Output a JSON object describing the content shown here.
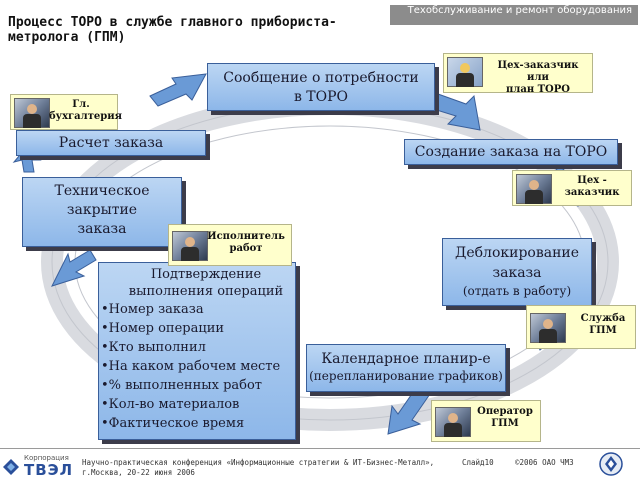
{
  "header": {
    "section": "Техобслуживание и ремонт оборудования",
    "title": "Процесс ТОРО в службе главного прибориста-метролога (ГПМ)"
  },
  "process": {
    "request": {
      "line1": "Сообщение о потребности",
      "line2": "в ТОРО"
    },
    "create_order": "Создание заказа на ТОРО",
    "unblock": {
      "line1": "Деблокирование",
      "line2": "заказа",
      "sub": "(отдать в работу)"
    },
    "calendar": {
      "line1": "Календарное планир-е",
      "sub": "(перепланирование графиков)"
    },
    "confirm": {
      "head1": "Подтверждение",
      "head2": "выполнения операций",
      "items": [
        "Номер заказа",
        "Номер операции",
        "Кто выполнил",
        "На каком рабочем месте",
        "% выполненных работ",
        "Кол-во материалов",
        "Фактическое время"
      ]
    },
    "tech_close": {
      "line1": "Техническое",
      "line2": "закрытие",
      "line3": "заказа"
    },
    "calc": "Расчет заказа"
  },
  "roles": {
    "customer": {
      "line1": "Цех-заказчик или",
      "line2": "план ТОРО"
    },
    "accounting": {
      "line1": "Гл.",
      "line2": "бухгалтерия"
    },
    "shop": {
      "line1": "Цех -",
      "line2": "заказчик"
    },
    "executor": {
      "line1": "Исполнитель",
      "line2": "работ"
    },
    "service": {
      "line1": "Служба",
      "line2": "ГПМ"
    },
    "operator": {
      "line1": "Оператор",
      "line2": "ГПМ"
    }
  },
  "footer": {
    "logo_small": "Корпорация",
    "logo_big": "ТВЭЛ",
    "conference_line1": "Научно-практическая конференция «Информационные стратегии & ИТ-Бизнес-Металл»,",
    "conference_line2": "г.Москва, 20-22 июня 2006",
    "slide": "Слайд10",
    "copyright": "©2006 ОАО ЧМЗ"
  },
  "colors": {
    "box_fill_top": "#bcd6f3",
    "box_fill_bottom": "#8db7e9",
    "arrow": "#6a9ad6",
    "role_fill": "#ffffcc",
    "header_bar": "#8c8c8c"
  },
  "icons": [
    "arrow-icon",
    "worker-photo-icon",
    "company-logo-icon",
    "ws-icon"
  ]
}
